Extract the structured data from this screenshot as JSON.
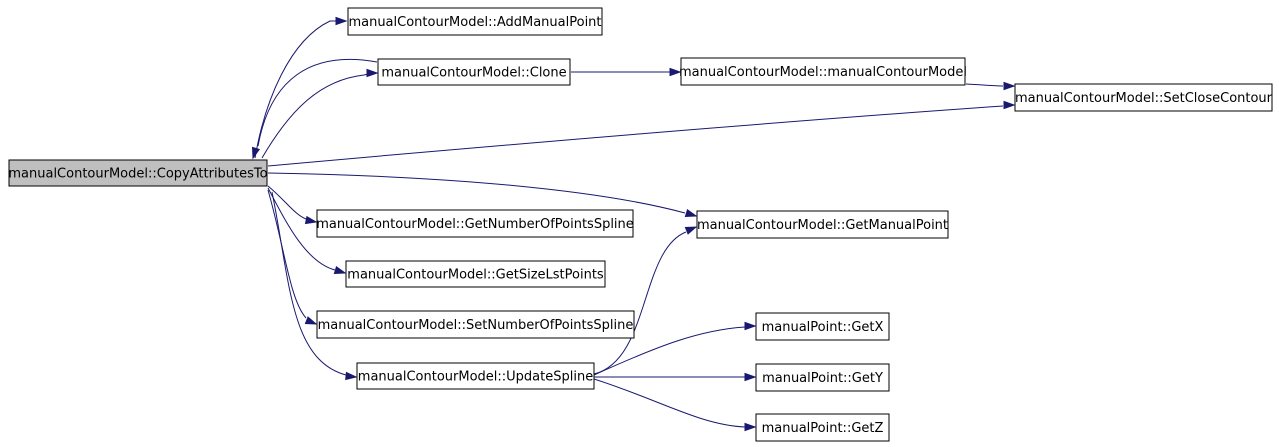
{
  "call_graph": {
    "nodes": [
      {
        "id": "copy_attributes_to",
        "label": "manualContourModel::CopyAttributesTo"
      },
      {
        "id": "add_manual_point",
        "label": "manualContourModel::AddManualPoint"
      },
      {
        "id": "clone",
        "label": "manualContourModel::Clone"
      },
      {
        "id": "constructor",
        "label": "manualContourModel::manualContourModel"
      },
      {
        "id": "set_close_contour",
        "label": "manualContourModel::SetCloseContour"
      },
      {
        "id": "get_number_of_points_spline",
        "label": "manualContourModel::GetNumberOfPointsSpline"
      },
      {
        "id": "get_manual_point",
        "label": "manualContourModel::GetManualPoint"
      },
      {
        "id": "get_size_lst_points",
        "label": "manualContourModel::GetSizeLstPoints"
      },
      {
        "id": "set_number_of_points_spline",
        "label": "manualContourModel::SetNumberOfPointsSpline"
      },
      {
        "id": "update_spline",
        "label": "manualContourModel::UpdateSpline"
      },
      {
        "id": "get_x",
        "label": "manualPoint::GetX"
      },
      {
        "id": "get_y",
        "label": "manualPoint::GetY"
      },
      {
        "id": "get_z",
        "label": "manualPoint::GetZ"
      }
    ],
    "edges": [
      {
        "from": "copy_attributes_to",
        "to": "add_manual_point"
      },
      {
        "from": "copy_attributes_to",
        "to": "clone"
      },
      {
        "from": "clone",
        "to": "copy_attributes_to"
      },
      {
        "from": "clone",
        "to": "constructor"
      },
      {
        "from": "constructor",
        "to": "set_close_contour"
      },
      {
        "from": "copy_attributes_to",
        "to": "set_close_contour"
      },
      {
        "from": "copy_attributes_to",
        "to": "get_manual_point"
      },
      {
        "from": "copy_attributes_to",
        "to": "get_number_of_points_spline"
      },
      {
        "from": "copy_attributes_to",
        "to": "get_size_lst_points"
      },
      {
        "from": "copy_attributes_to",
        "to": "set_number_of_points_spline"
      },
      {
        "from": "copy_attributes_to",
        "to": "update_spline"
      },
      {
        "from": "update_spline",
        "to": "get_manual_point"
      },
      {
        "from": "update_spline",
        "to": "get_x"
      },
      {
        "from": "update_spline",
        "to": "get_y"
      },
      {
        "from": "update_spline",
        "to": "get_z"
      }
    ],
    "root_node": "copy_attributes_to",
    "root_fill": "#bfbfbf",
    "node_fill": "#ffffff",
    "edge_color": "#191970"
  }
}
